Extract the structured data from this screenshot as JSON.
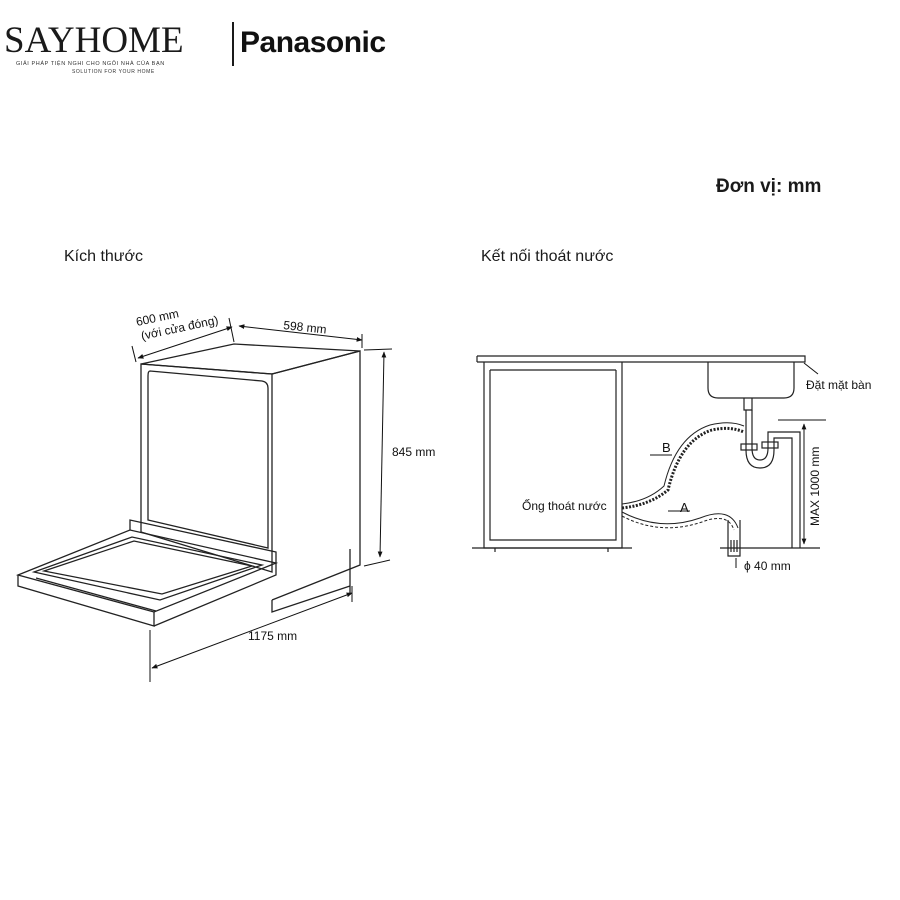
{
  "brand": {
    "name": "SAYHOME",
    "partner": "Panasonic",
    "tagline_vi": "GIẢI PHÁP TIỆN NGHI CHO NGÔI NHÀ CỦA BẠN",
    "tagline_en": "SOLUTION FOR YOUR HOME"
  },
  "unit_label": "Đơn vị: mm",
  "sections": {
    "dimensions": {
      "title": "Kích thước",
      "depth_label": "600 mm",
      "depth_note": "(với cửa đóng)",
      "width_label": "598 mm",
      "height_label": "845 mm",
      "open_depth_label": "1175 mm"
    },
    "drain": {
      "title": "Kết nối thoát nước",
      "countertop_label": "Đặt mặt bàn",
      "hose_label": "Ống thoát nước",
      "route_a": "A",
      "route_b": "B",
      "max_height_label": "MAX 1000 mm",
      "pipe_diameter_label": "ϕ 40 mm"
    }
  }
}
